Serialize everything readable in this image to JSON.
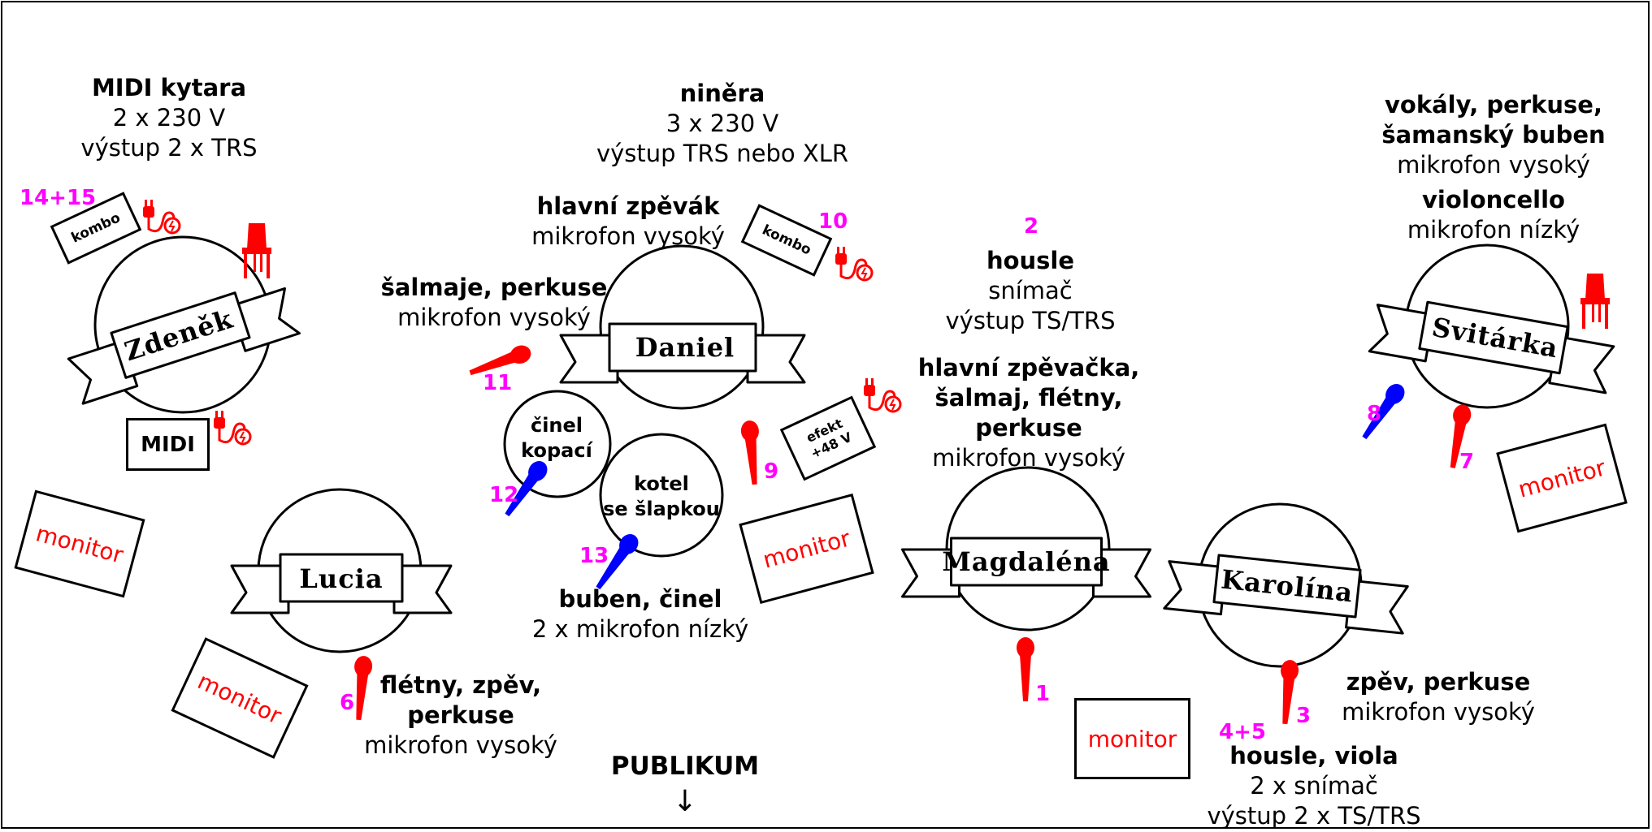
{
  "musicians": {
    "zdenek": "Zdeněk",
    "daniel": "Daniel",
    "svitarka": "Svitárka",
    "lucia": "Lucia",
    "magdalena": "Magdaléna",
    "karolina": "Karolína"
  },
  "labels": {
    "zdenek": [
      "MIDI kytara",
      "2 x 230 V",
      "výstup 2 x TRS"
    ],
    "daniel_top": [
      "niněra",
      "3 x 230 V",
      "výstup TRS nebo XLR"
    ],
    "daniel_vocal": [
      "hlavní zpěvák",
      "mikrofon vysoký"
    ],
    "salmaje": [
      "šalmaje, perkuse",
      "mikrofon vysoký"
    ],
    "svitarka": [
      "vokály, perkuse,",
      "šamanský buben",
      "mikrofon vysoký",
      "violoncello",
      "mikrofon nízký"
    ],
    "housle_magdalena": [
      "housle",
      "snímač",
      "výstup TS/TRS"
    ],
    "magdalena_vocal": [
      "hlavní zpěvačka,",
      "šalmaj, flétny,",
      "perkuse",
      "mikrofon vysoký"
    ],
    "buben": [
      "buben, činel",
      "2 x mikrofon nízký"
    ],
    "lucia": [
      "flétny, zpěv,",
      "perkuse",
      "mikrofon vysoký"
    ],
    "karolina_vocal": [
      "zpěv, perkuse",
      "mikrofon vysoký"
    ],
    "karolina_strings": [
      "housle, viola",
      "2 x snímač",
      "výstup 2 x TS/TRS"
    ]
  },
  "channels": {
    "ch1": "1",
    "ch2": "2",
    "ch3": "3",
    "ch45": "4+5",
    "ch6": "6",
    "ch7": "7",
    "ch8": "8",
    "ch9": "9",
    "ch10": "10",
    "ch11": "11",
    "ch12": "12",
    "ch13": "13",
    "ch1415": "14+15"
  },
  "boxes": {
    "kombo": "kombo",
    "midi": "MIDI",
    "efekt": [
      "efekt",
      "+48 V"
    ],
    "monitor": "monitor"
  },
  "drums": {
    "cinel": [
      "činel",
      "kopací"
    ],
    "kotel": [
      "kotel",
      "se šlapkou"
    ]
  },
  "audience": {
    "label": "PUBLIKUM",
    "arrow": "↓"
  },
  "colors": {
    "channel_number": "#ff00ff",
    "vocal_mic": "#ff0000",
    "instrument_mic": "#0000ff",
    "power_icon": "#ff0000",
    "chair": "#ff0000",
    "monitor_text": "#ff0000"
  }
}
